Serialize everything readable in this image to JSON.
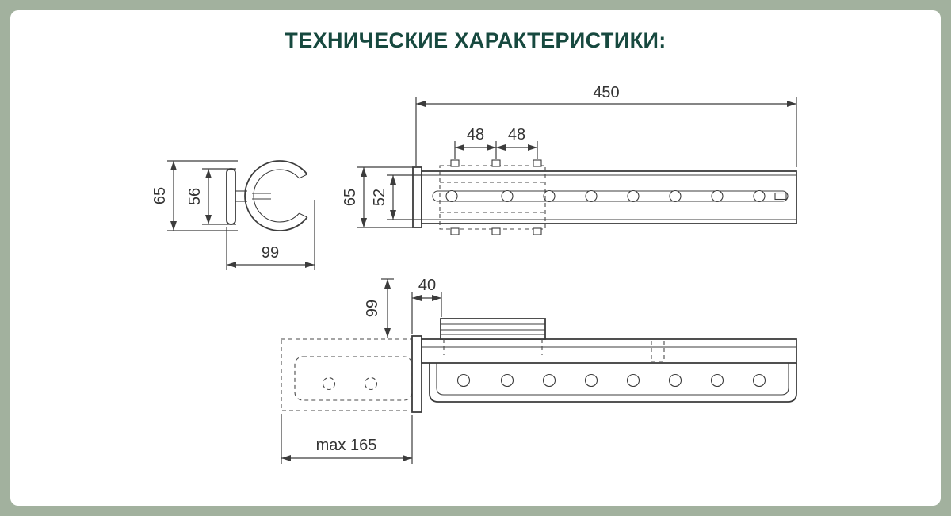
{
  "title": "ТЕХНИЧЕСКИЕ ХАРАКТЕРИСТИКИ:",
  "colors": {
    "frame_background": "#a2b19e",
    "card_background": "#ffffff",
    "title_text": "#17493f",
    "drawing_lines": "#3c3c3c",
    "dimension_text": "#333333"
  },
  "views": {
    "end_view": {
      "dim_height_outer": "65",
      "dim_height_inner": "56",
      "dim_width": "99"
    },
    "side_view": {
      "dim_length": "450",
      "dim_pitch_left": "48",
      "dim_pitch_right": "48",
      "dim_height_outer": "65",
      "dim_height_inner": "52"
    },
    "extended_view": {
      "dim_height": "99",
      "dim_offset": "40",
      "dim_extension": "max 165"
    }
  }
}
